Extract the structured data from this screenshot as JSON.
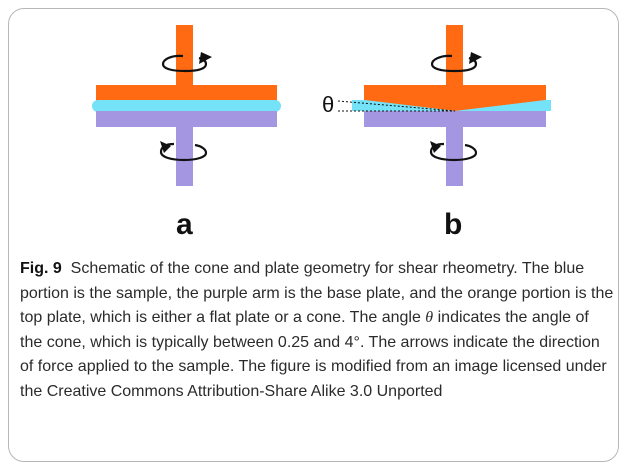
{
  "figure": {
    "panel_a_label": "a",
    "panel_b_label": "b",
    "theta_symbol": "θ",
    "colors": {
      "top_plate": "#FF6A13",
      "sample": "#74E2F7",
      "base_plate": "#A596E2",
      "arrow": "#111111",
      "frame": "#b7b7b7"
    },
    "icons": [
      "rotation-arrow-icon"
    ]
  },
  "caption": {
    "label": "Fig. 9",
    "text_before_theta": "Schematic of the cone and plate geometry for shear rheometry. The blue portion is the sample, the purple arm is the base plate, and the orange portion is the top plate, which is either a flat plate or a cone. The angle",
    "theta": "θ",
    "text_after_theta": "indicates the angle of the cone, which is typically between 0.25 and 4°. The arrows indicate the direction of force applied to the sample. The figure is modified from an image licensed under the Creative Commons Attribution-Share Alike 3.0 Unported"
  }
}
